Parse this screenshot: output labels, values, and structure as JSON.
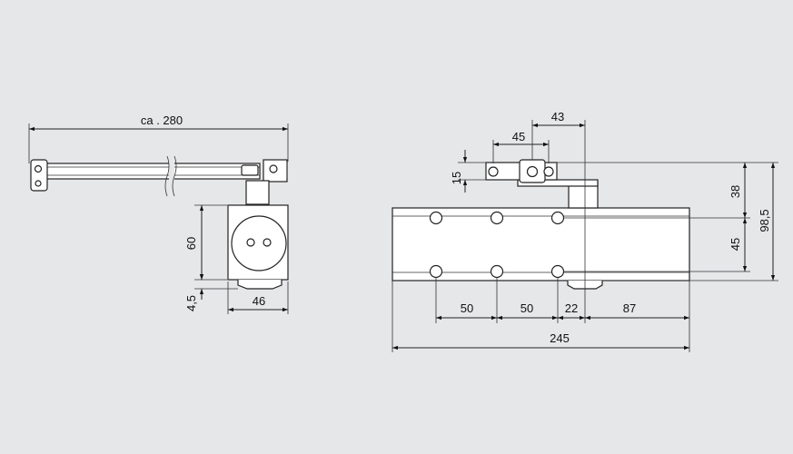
{
  "colors": {
    "background": "#e6e7e9",
    "line": "#222222",
    "part_fill": "#ffffff"
  },
  "side_view": {
    "arm_length_label": "ca . 280",
    "body_height_label": "60",
    "bottom_offset_label": "4,5",
    "body_width_label": "46"
  },
  "front_view": {
    "arm_offset_label": "43",
    "bracket_width_label": "45",
    "bracket_height_label": "15",
    "top_section_label": "38",
    "hole_spacing_vertical_label": "45",
    "total_height_label": "98,5",
    "hole_spacing_1_label": "50",
    "hole_spacing_2_label": "50",
    "axle_offset_label": "22",
    "end_offset_label": "87",
    "total_length_label": "245"
  }
}
